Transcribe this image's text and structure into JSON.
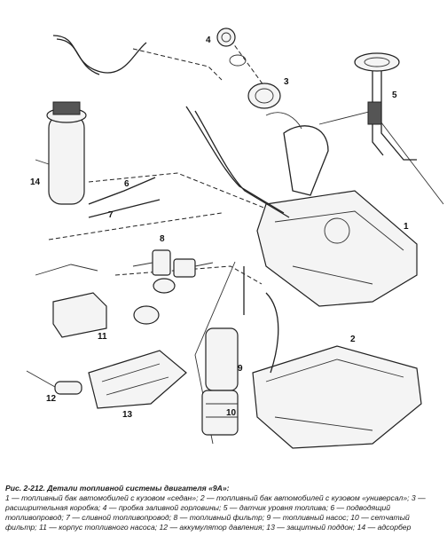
{
  "figure": {
    "callouts": [
      "1",
      "2",
      "3",
      "4",
      "5",
      "6",
      "7",
      "8",
      "9",
      "10",
      "11",
      "12",
      "13",
      "14"
    ]
  },
  "caption": {
    "title": "Рис. 2-212. Детали топливной системы двигателя «9А»:",
    "legend": "1 — топливный бак автомобилей с кузовом «седан»; 2 — топливный бак автомобилей с кузовом «универсал»; 3 — расширительная коробка; 4 — пробка заливной горловины; 5 — датчик уровня топлива; 6 — подводящий топливопровод; 7 — сливной топливопровод; 8 — топливный фильтр; 9 — топливный насос; 10 — сетчатый фильтр; 11 — корпус топливного насоса; 12 — аккумулятор давления; 13 — защитный поддон; 14 — адсорбер"
  }
}
